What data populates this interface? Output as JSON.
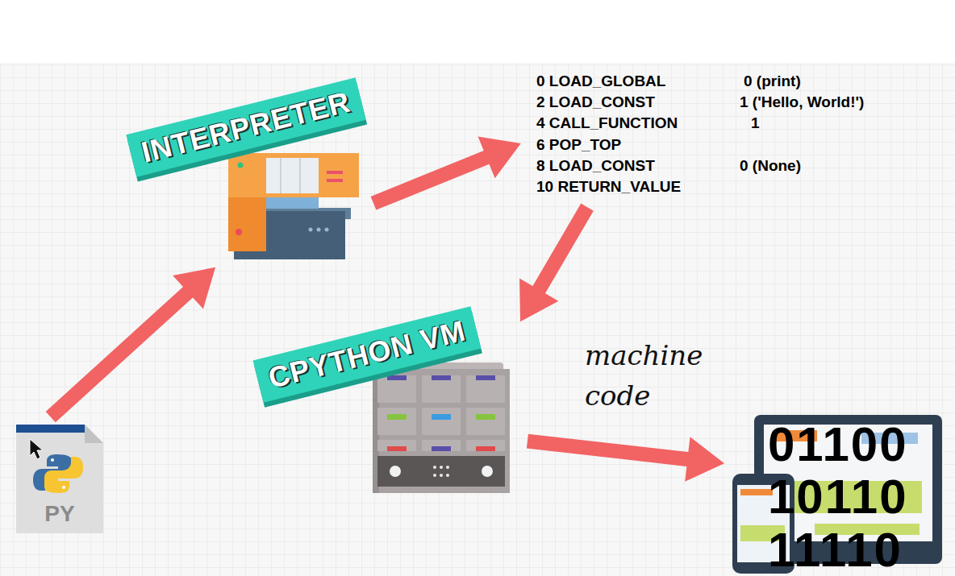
{
  "diagram": {
    "nodes": [
      {
        "text": [
          "PY"
        ]
      },
      {
        "text": [
          "INTERPRETER"
        ]
      },
      {
        "text": [
          "0 LOAD_GLOBAL",
          "0 (print)",
          "2 LOAD_CONST",
          "1 ('Hello, World!')",
          "4 CALL_FUNCTION",
          "1",
          "6 POP_TOP",
          "8 LOAD_CONST",
          "0 (None)",
          "10 RETURN_VALUE"
        ]
      },
      {
        "text": [
          "CPYTHON VM"
        ]
      },
      {
        "text": [
          "01100",
          "10110",
          "11110"
        ]
      }
    ],
    "edges": [
      {
        "from": 0,
        "to": 1,
        "arrow": "to"
      },
      {
        "from": 1,
        "to": 2,
        "arrow": "to"
      },
      {
        "from": 2,
        "to": 3,
        "arrow": "to"
      },
      {
        "from": 3,
        "to": 4,
        "arrow": "to",
        "label": "machine code"
      }
    ]
  }
}
